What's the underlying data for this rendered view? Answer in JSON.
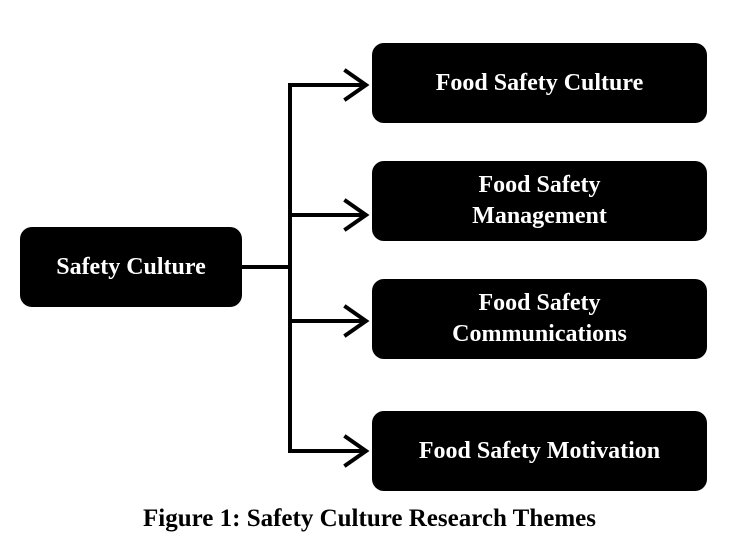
{
  "diagram": {
    "root": "Safety Culture",
    "children": [
      "Food Safety Culture",
      "Food Safety Management",
      "Food Safety Communications",
      "Food Safety Motivation"
    ],
    "colors": {
      "box_fill": "#000000",
      "box_text": "#ffffff",
      "connector": "#000000"
    }
  },
  "caption": "Figure 1: Safety Culture Research Themes"
}
